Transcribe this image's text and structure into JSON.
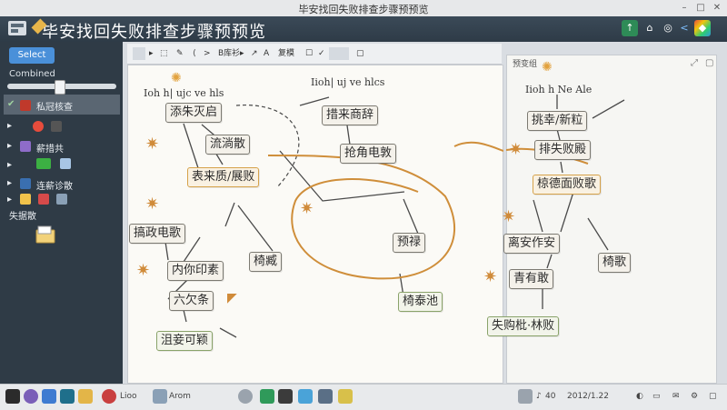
{
  "window": {
    "title": "毕安找回失败排查步骤预预览"
  },
  "header": {
    "title": "毕安找回失败排查步骤预预览"
  },
  "left_panel": {
    "select_button": "Select",
    "combo_label": "Combined",
    "tree": [
      {
        "label": "私冠核查"
      },
      {
        "label": "薪措共"
      },
      {
        "label": "连薪诊散"
      },
      {
        "label": "失据散"
      }
    ]
  },
  "toolbar": {
    "items": [
      "B库衫",
      "复模",
      "",
      ""
    ]
  },
  "canvas": {
    "note_left": "Ioh h| ujc ve hls",
    "note_mid": "Iioh| uj ve hlcs",
    "nodes": {
      "n1": "添朱灭启",
      "n2": "流淌散",
      "n3": "表来质/展败",
      "n4": "搞政电歌",
      "n5": "内你印素",
      "n6": "六欠条",
      "n7": "沮妾可颖",
      "n8": "椅臧",
      "n9": "措来商辞",
      "n10": "抢角电敦",
      "n11": "预禄",
      "n12": "椅泰池"
    }
  },
  "right_panel": {
    "title": "预变组",
    "note": "Iioh h Ne Ale",
    "nodes": {
      "r1": "挑幸/新粒",
      "r2": "排失败殿",
      "r3": "椋德面败歌",
      "r4": "离安作安",
      "r5": "青有敢",
      "r6": "失购枇·林败",
      "r7": "椅歌"
    }
  },
  "taskbar": {
    "item1": "Lioo",
    "item2": "Arom",
    "clock": "2012/1.22",
    "volume": "40"
  }
}
